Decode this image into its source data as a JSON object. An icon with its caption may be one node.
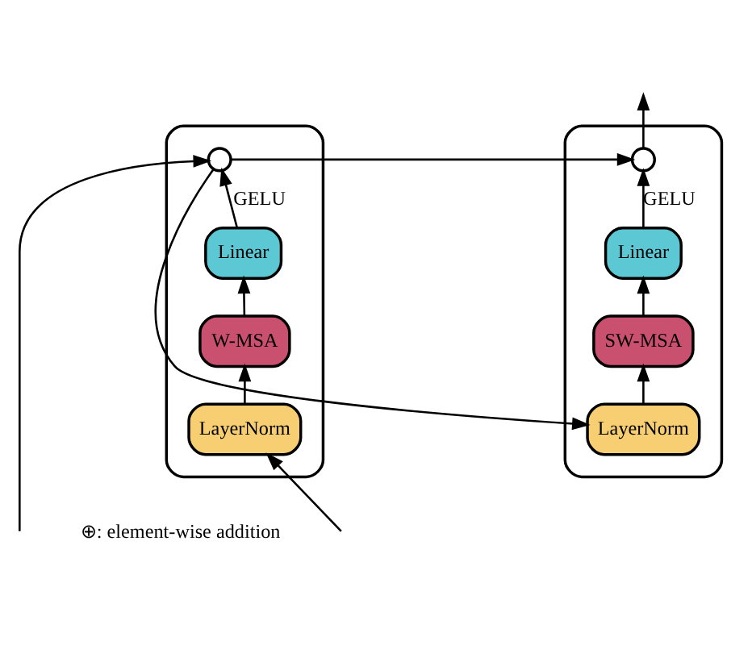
{
  "diagram": {
    "nodes": [
      {
        "text": [],
        "shape": "box"
      },
      {
        "text": [],
        "shape": "circle",
        "in": 0
      },
      {
        "text": [
          "Linear"
        ],
        "in": 0
      },
      {
        "text": [
          "W-MSA"
        ],
        "in": 0
      },
      {
        "text": [
          "LayerNorm"
        ],
        "in": 0
      },
      {
        "text": [],
        "shape": "box"
      },
      {
        "text": [],
        "shape": "circle",
        "in": 5
      },
      {
        "text": [
          "Linear"
        ],
        "in": 5
      },
      {
        "text": [
          "SW-MSA"
        ],
        "in": 5
      },
      {
        "text": [
          "LayerNorm"
        ],
        "in": 5
      }
    ],
    "edges": [
      {
        "from": null,
        "to": 4,
        "arrow": "to"
      },
      {
        "from": null,
        "to": 1,
        "arrow": "to"
      },
      {
        "from": 4,
        "to": 3,
        "arrow": "to"
      },
      {
        "from": 3,
        "to": 2,
        "arrow": "to"
      },
      {
        "from": 2,
        "to": 1,
        "label": "GELU",
        "arrow": "to"
      },
      {
        "from": 1,
        "to": 9,
        "arrow": "to"
      },
      {
        "from": 1,
        "to": 6,
        "arrow": "to"
      },
      {
        "from": 9,
        "to": 8,
        "arrow": "to"
      },
      {
        "from": 8,
        "to": 7,
        "arrow": "to"
      },
      {
        "from": 7,
        "to": 6,
        "label": "GELU",
        "arrow": "to"
      },
      {
        "from": 6,
        "to": null,
        "arrow": "to"
      }
    ],
    "legend": [
      {
        "text": "⊕: element-wise addition"
      }
    ]
  }
}
